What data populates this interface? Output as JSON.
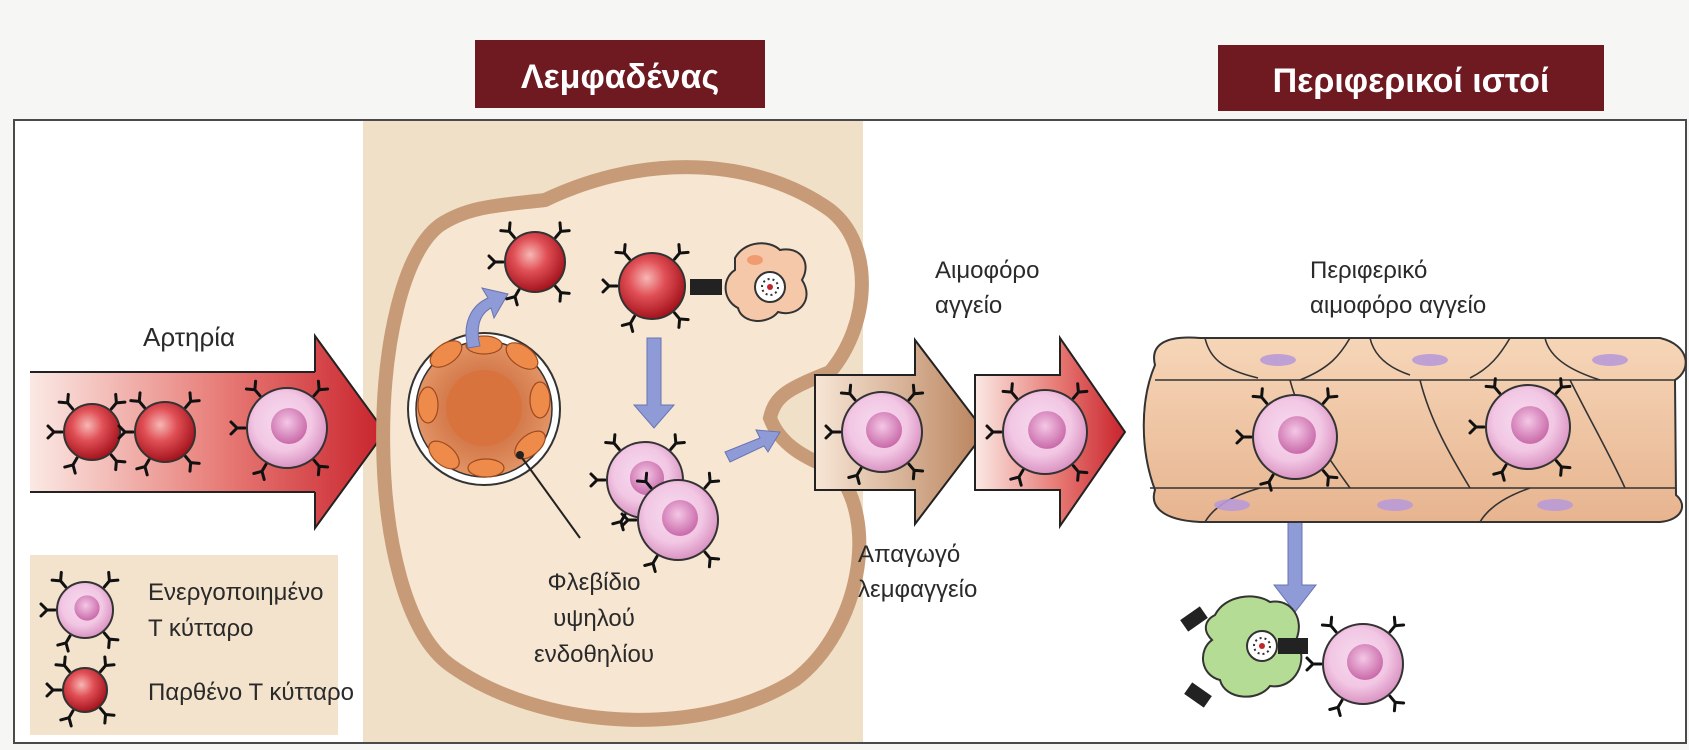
{
  "headers": {
    "lymph_node": "Λεμφαδένας",
    "peripheral_tissues": "Περιφερικοί ιστοί"
  },
  "labels": {
    "artery": "Αρτηρία",
    "blood_vessel": [
      "Αιμοφόρο",
      "αγγείο"
    ],
    "peripheral_blood_vessel": [
      "Περιφερικό",
      "αιμοφόρο αγγείο"
    ],
    "efferent_lymphatic": [
      "Απαγωγό",
      "λεμφαγγείο"
    ],
    "high_endothelial_venule": [
      "Φλεβίδιο",
      "υψηλού",
      "ενδοθηλίου"
    ]
  },
  "legend": {
    "activated": [
      "Ενεργοποιημένο",
      "Τ κύτταρο"
    ],
    "naive": "Παρθένο Τ κύτταρο"
  },
  "colors": {
    "header_bg": "#6e1a20",
    "panel_beige": "#f1e0c8",
    "node_tan": "#c9a27e",
    "arrow_red": "#cf2f36",
    "naive_cell": "#d63a42",
    "activated_cell": "#e6a9d0",
    "process_arrow": "#8f9bd7",
    "apc_green": "#a9d58c"
  }
}
